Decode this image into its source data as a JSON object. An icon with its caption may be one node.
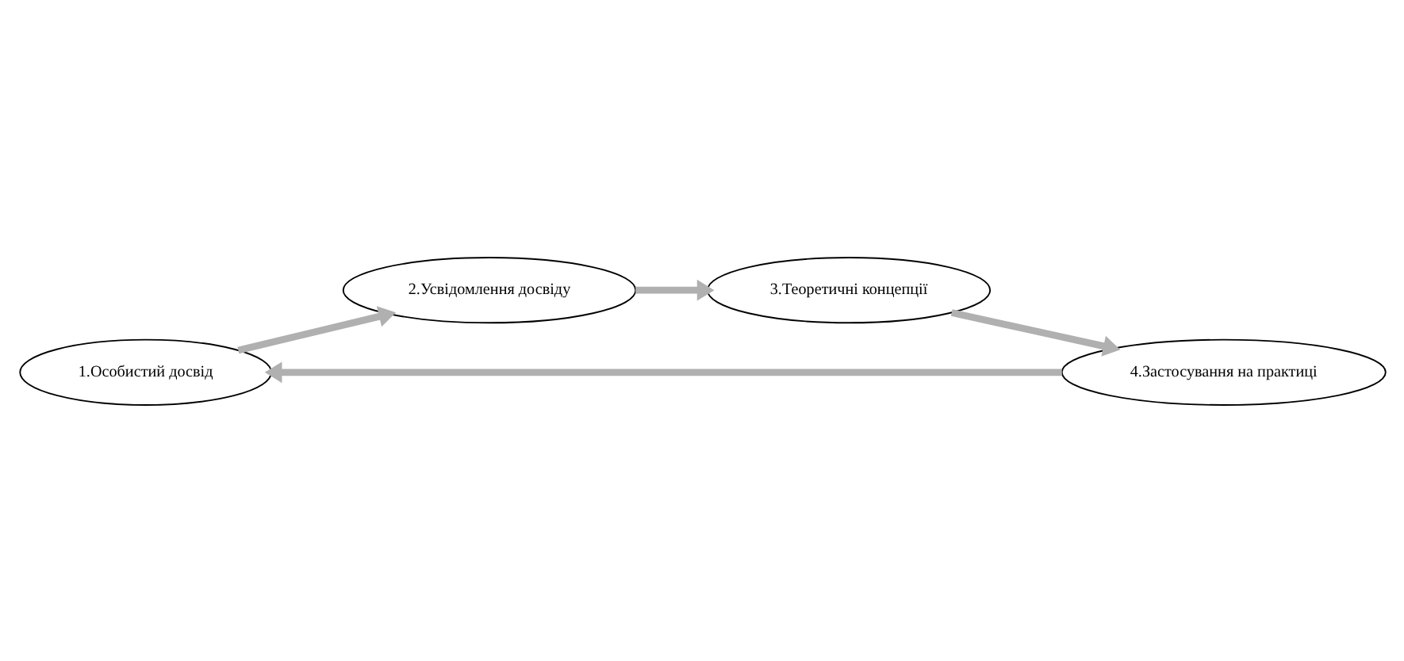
{
  "diagram": {
    "nodes": [
      {
        "text": [
          "1.Особистий досвід"
        ]
      },
      {
        "text": [
          "2.Усвідомлення досвіду"
        ]
      },
      {
        "text": [
          "3.Теоретичні концепції"
        ]
      },
      {
        "text": [
          "4.Застосування на практиці"
        ]
      }
    ],
    "edges": [
      {
        "from": 0,
        "to": 1,
        "arrow": "to"
      },
      {
        "from": 1,
        "to": 2,
        "arrow": "to"
      },
      {
        "from": 2,
        "to": 3,
        "arrow": "to"
      },
      {
        "from": 3,
        "to": 0,
        "arrow": "to"
      }
    ]
  }
}
